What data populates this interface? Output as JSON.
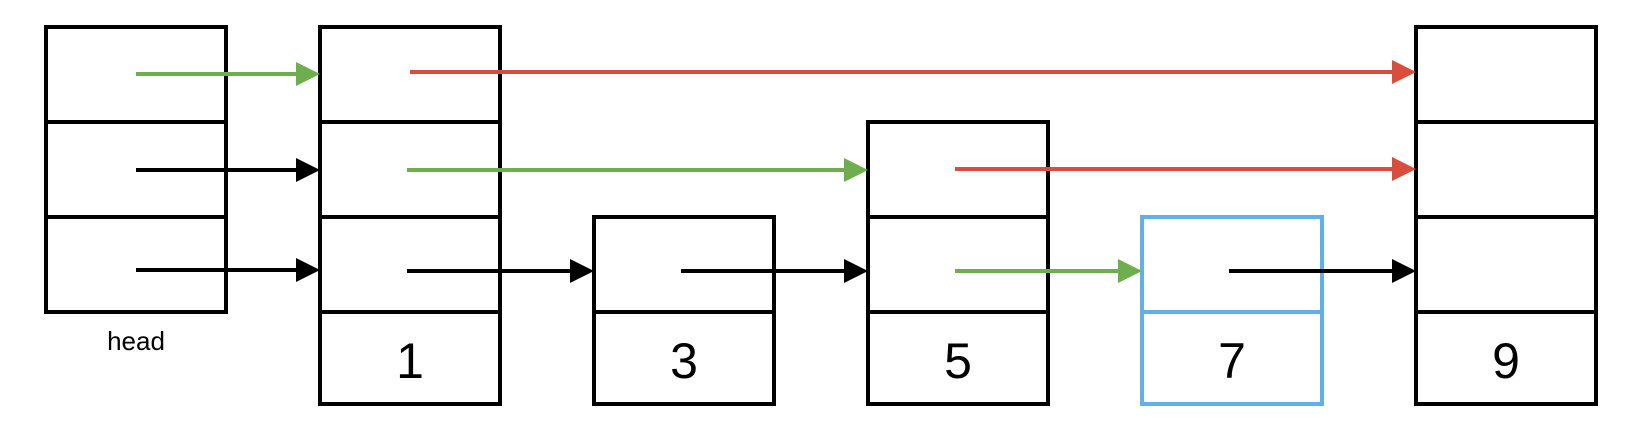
{
  "head": {
    "label": "head"
  },
  "nodes": [
    {
      "value": "1",
      "new": false
    },
    {
      "value": "3",
      "new": false
    },
    {
      "value": "5",
      "new": false
    },
    {
      "value": "7",
      "new": true
    },
    {
      "value": "9",
      "new": false
    }
  ],
  "colors": {
    "stroke": "#000000",
    "new_node": "#62b0ea",
    "search_path": "#6fae4f",
    "updated_pointer": "#d94d3c",
    "unchanged_pointer": "#000000"
  }
}
